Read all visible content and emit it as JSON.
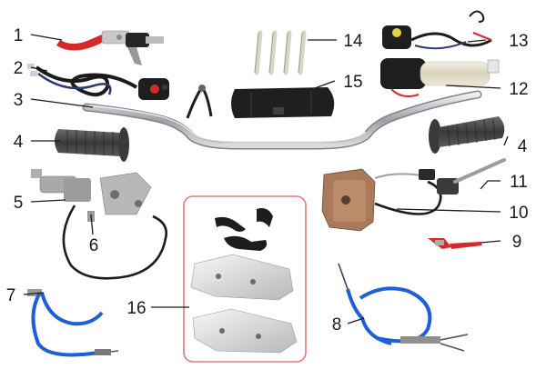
{
  "callouts": [
    {
      "id": "1",
      "label": "1"
    },
    {
      "id": "2",
      "label": "2"
    },
    {
      "id": "3",
      "label": "3"
    },
    {
      "id": "4l",
      "label": "4"
    },
    {
      "id": "4r",
      "label": "4"
    },
    {
      "id": "5",
      "label": "5"
    },
    {
      "id": "6",
      "label": "6"
    },
    {
      "id": "7",
      "label": "7"
    },
    {
      "id": "8",
      "label": "8"
    },
    {
      "id": "9",
      "label": "9"
    },
    {
      "id": "10",
      "label": "10"
    },
    {
      "id": "11",
      "label": "11"
    },
    {
      "id": "12",
      "label": "12"
    },
    {
      "id": "13",
      "label": "13"
    },
    {
      "id": "14",
      "label": "14"
    },
    {
      "id": "15",
      "label": "15"
    },
    {
      "id": "16",
      "label": "16"
    }
  ],
  "colors": {
    "lever_red": "#d42a2a",
    "cable_blue": "#1f5fd6",
    "highlight_box": "#e07b7b",
    "rubber": "#4a4a4a",
    "chrome": "#b9bcc0",
    "dark_housing": "#1e1e1e",
    "caliper_bronze": "#a87a5a"
  }
}
